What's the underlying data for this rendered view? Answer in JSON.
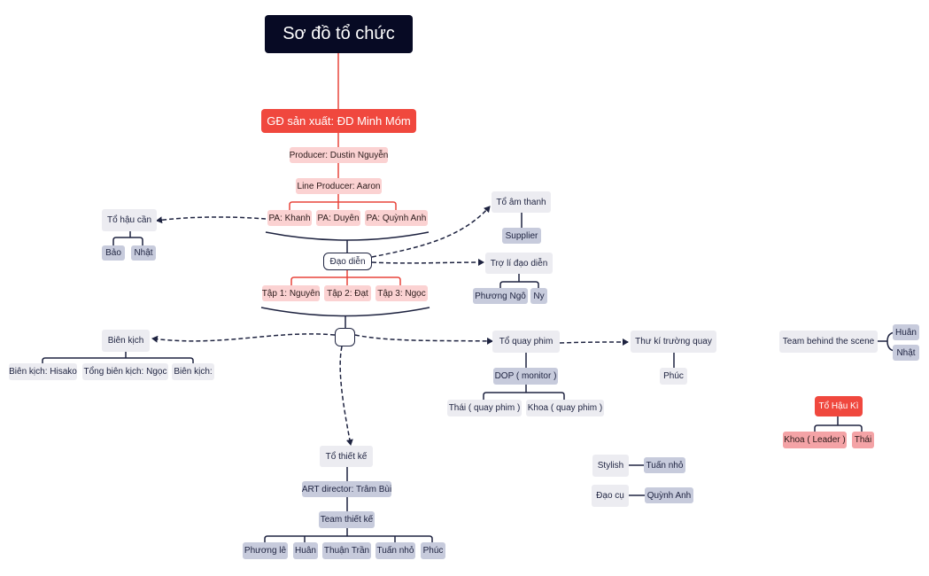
{
  "title": "Sơ đồ tổ chức",
  "gd": "GĐ sản xuất: ĐD Minh Móm",
  "producer": "Producer: Dustin Nguyễn",
  "line_producer": "Line Producer: Aaron",
  "pa": [
    "PA: Khanh",
    "PA: Duyên",
    "PA: Quỳnh Anh"
  ],
  "hau_can": {
    "title": "Tổ hậu cần",
    "members": [
      "Bảo",
      "Nhật"
    ]
  },
  "am_thanh": {
    "title": "Tổ âm thanh",
    "member": "Supplier"
  },
  "dao_dien": "Đạo diễn",
  "tro_li": {
    "title": "Trợ lí đạo diễn",
    "members": [
      "Phương Ngô",
      "Ny"
    ]
  },
  "taps": [
    "Tập 1: Nguyên",
    "Tập 2: Đạt",
    "Tập 3: Ngọc"
  ],
  "bien_kich": {
    "title": "Biên kịch",
    "members": [
      "Biên kịch: Hisako",
      "Tổng biên kịch: Ngọc",
      "Biên kịch:"
    ]
  },
  "quay_phim": {
    "title": "Tổ quay phim",
    "dop": "DOP ( monitor )",
    "members": [
      "Thái ( quay phim )",
      "Khoa ( quay phim )"
    ]
  },
  "thu_ki": {
    "title": "Thư kí trường quay",
    "member": "Phúc"
  },
  "team_behind": {
    "title": "Team behind the scene",
    "members": [
      "Huân",
      "Nhật"
    ]
  },
  "hau_ki": {
    "title": "Tổ Hậu Kì",
    "members": [
      "Khoa ( Leader )",
      "Thái"
    ]
  },
  "stylish": {
    "title": "Stylish",
    "member": "Tuấn nhỏ"
  },
  "dao_cu": {
    "title": "Đạo cụ",
    "member": "Quỳnh Anh"
  },
  "thiet_ke": {
    "title": "Tổ thiết kế",
    "art": "ART director: Trâm Bùi",
    "team": "Team thiết kế",
    "members": [
      "Phương lê",
      "Huân",
      "Thuận Trần",
      "Tuấn nhỏ",
      "Phúc"
    ]
  },
  "colors": {
    "primary_red": "#f0483e",
    "navy": "#070a24",
    "pink": "#fbd2d2",
    "slate": "#c7cbdc"
  }
}
